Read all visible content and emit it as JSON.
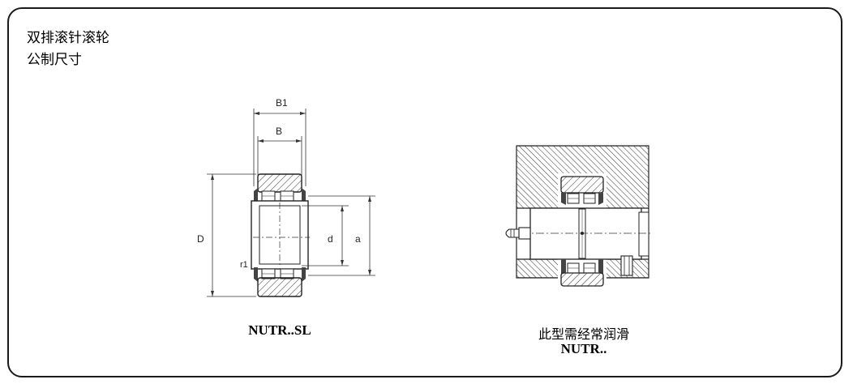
{
  "heading": {
    "line1": "双排滚针滚轮",
    "line2": "公制尺寸"
  },
  "left_drawing": {
    "caption": "NUTR..SL",
    "labels": {
      "B1": "B1",
      "B": "B",
      "D": "D",
      "d": "d",
      "a": "a",
      "r1": "r1"
    }
  },
  "right_drawing": {
    "note": "此型需经常润滑",
    "caption": "NUTR.."
  }
}
